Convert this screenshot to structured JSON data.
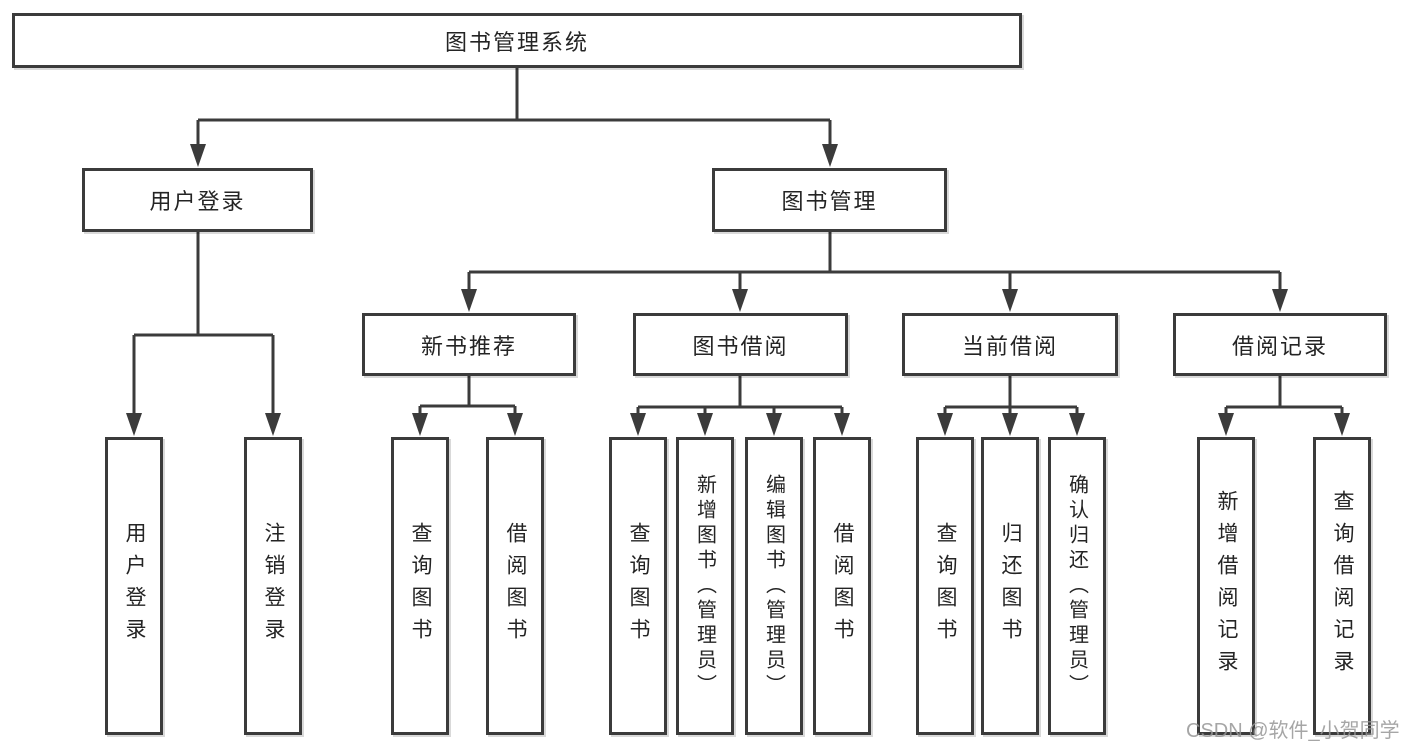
{
  "title": "图书管理系统",
  "tree": {
    "label": "图书管理系统",
    "children": [
      {
        "label": "用户登录",
        "children": [
          {
            "label": "用户登录"
          },
          {
            "label": "注销登录"
          }
        ]
      },
      {
        "label": "图书管理",
        "children": [
          {
            "label": "新书推荐",
            "children": [
              {
                "label": "查询图书"
              },
              {
                "label": "借阅图书"
              }
            ]
          },
          {
            "label": "图书借阅",
            "children": [
              {
                "label": "查询图书"
              },
              {
                "label": "新增图书（管理员）"
              },
              {
                "label": "编辑图书（管理员）"
              },
              {
                "label": "借阅图书"
              }
            ]
          },
          {
            "label": "当前借阅",
            "children": [
              {
                "label": "查询图书"
              },
              {
                "label": "归还图书"
              },
              {
                "label": "确认归还（管理员）"
              }
            ]
          },
          {
            "label": "借阅记录",
            "children": [
              {
                "label": "新增借阅记录"
              },
              {
                "label": "查询借阅记录"
              }
            ]
          }
        ]
      }
    ]
  },
  "watermark": {
    "text": "CSDN @软件_小贺同学"
  },
  "colors": {
    "line": "#3b3b3b",
    "border": "#3b3b3b",
    "text": "#242424",
    "watermark": "#969696",
    "background": "#ffffff"
  }
}
